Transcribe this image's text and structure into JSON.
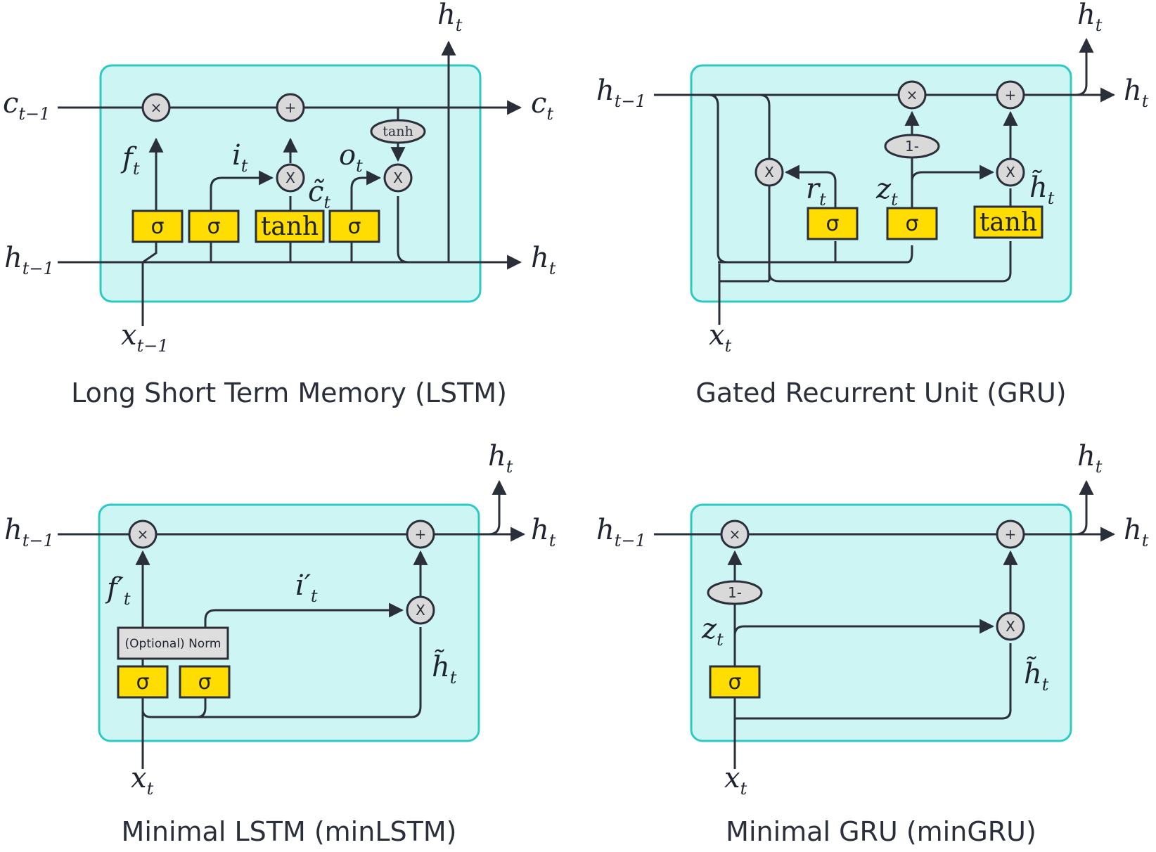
{
  "diagrams": {
    "lstm": {
      "title": "Long Short Term Memory (LSTM)",
      "labels": {
        "c_prev": {
          "base": "c",
          "sub": "t−1"
        },
        "c_out": {
          "base": "c",
          "sub": "t"
        },
        "h_prev": {
          "base": "h",
          "sub": "t−1"
        },
        "h_out_right": {
          "base": "h",
          "sub": "t"
        },
        "h_out_top": {
          "base": "h",
          "sub": "t"
        },
        "x_in": {
          "base": "x",
          "sub": "t−1"
        },
        "f": {
          "base": "f",
          "sub": "t"
        },
        "i": {
          "base": "i",
          "sub": "t"
        },
        "o": {
          "base": "o",
          "sub": "t"
        },
        "c_tilde": {
          "base": "c̃",
          "sub": "t"
        }
      },
      "gates": [
        "σ",
        "σ",
        "tanh",
        "σ"
      ],
      "ops": {
        "mul": "×",
        "add": "+",
        "mul2": "X"
      },
      "tanh_op": "tanh"
    },
    "gru": {
      "title": "Gated Recurrent Unit (GRU)",
      "labels": {
        "h_prev": {
          "base": "h",
          "sub": "t−1"
        },
        "h_out_right": {
          "base": "h",
          "sub": "t"
        },
        "h_out_top": {
          "base": "h",
          "sub": "t"
        },
        "x_in": {
          "base": "x",
          "sub": "t"
        },
        "r": {
          "base": "r",
          "sub": "t"
        },
        "z": {
          "base": "z",
          "sub": "t"
        },
        "h_tilde": {
          "base": "h̃",
          "sub": "t"
        }
      },
      "gates": [
        "σ",
        "σ",
        "tanh"
      ],
      "ops": {
        "mul": "×",
        "add": "+",
        "mul2": "X"
      },
      "one_minus": "1-"
    },
    "minlstm": {
      "title": "Minimal LSTM (minLSTM)",
      "labels": {
        "h_prev": {
          "base": "h",
          "sub": "t−1"
        },
        "h_out_right": {
          "base": "h",
          "sub": "t"
        },
        "h_out_top": {
          "base": "h",
          "sub": "t"
        },
        "x_in": {
          "base": "x",
          "sub": "t"
        },
        "f": {
          "base": "f′",
          "sub": "t"
        },
        "i": {
          "base": "i′",
          "sub": "t"
        },
        "h_tilde": {
          "base": "h̃",
          "sub": "t"
        }
      },
      "gates": [
        "σ",
        "σ"
      ],
      "norm": "(Optional) Norm",
      "ops": {
        "mul": "×",
        "add": "+",
        "mul2": "X"
      }
    },
    "mingru": {
      "title": "Minimal GRU (minGRU)",
      "labels": {
        "h_prev": {
          "base": "h",
          "sub": "t−1"
        },
        "h_out_right": {
          "base": "h",
          "sub": "t"
        },
        "h_out_top": {
          "base": "h",
          "sub": "t"
        },
        "x_in": {
          "base": "x",
          "sub": "t"
        },
        "z": {
          "base": "z",
          "sub": "t"
        },
        "h_tilde": {
          "base": "h̃",
          "sub": "t"
        }
      },
      "gates": [
        "σ"
      ],
      "one_minus": "1-",
      "ops": {
        "mul": "×",
        "add": "+",
        "mul2": "X"
      }
    }
  },
  "colors": {
    "cell_fill": "#ccf5f3",
    "cell_stroke": "#2cc9c5",
    "gate_fill": "#ffdd00",
    "op_fill": "#d9d9d9",
    "wire": "#2a2f3a"
  }
}
